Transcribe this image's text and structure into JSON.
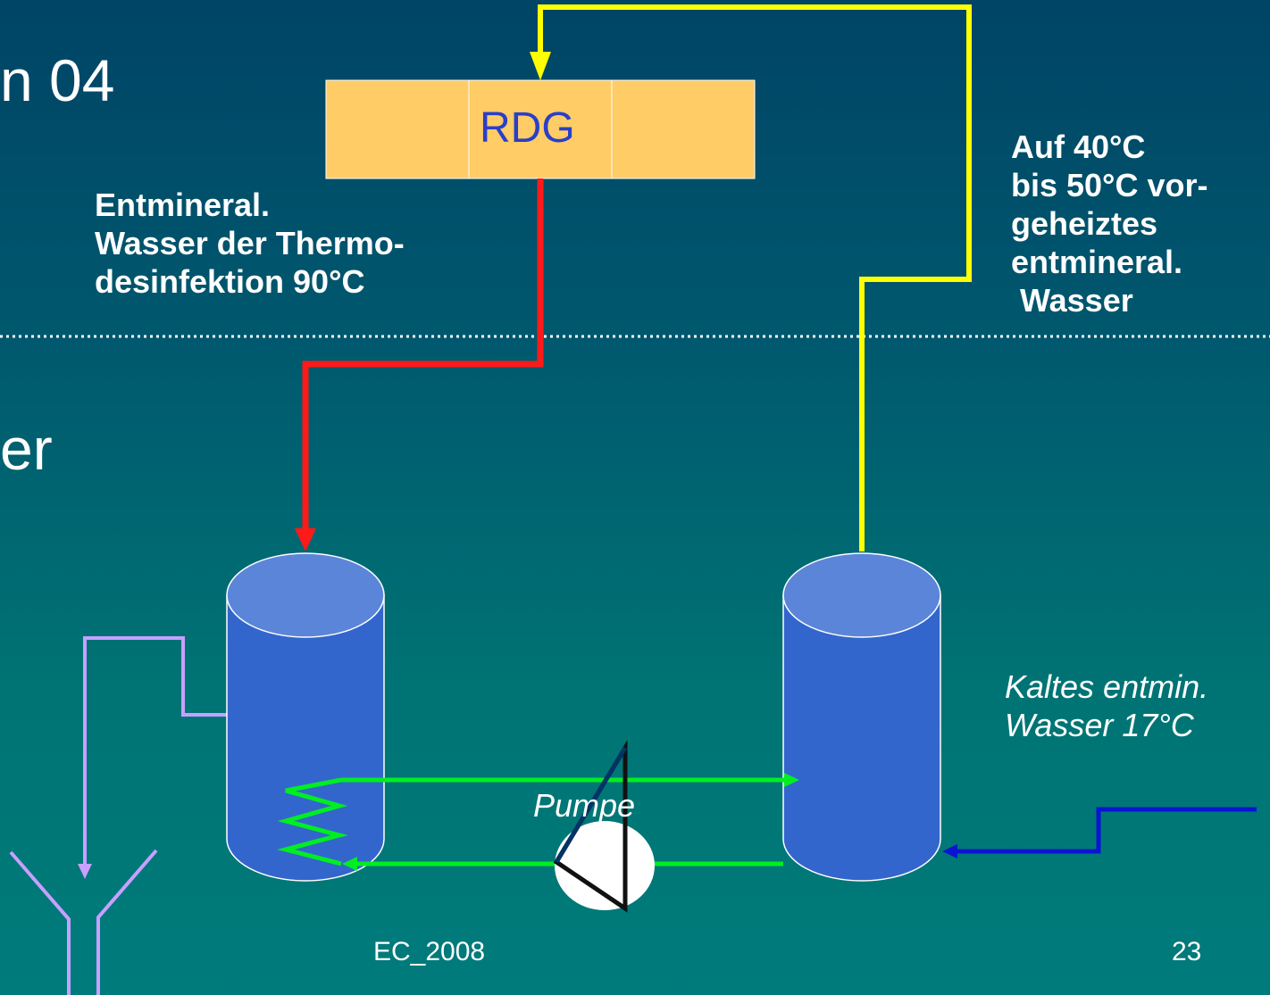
{
  "slide": {
    "title_fragment_1": "n 04",
    "title_fragment_2": "er",
    "footer_left": "EC_2008",
    "page_number": "23"
  },
  "components": {
    "unit_label": "RDG",
    "pump_label": "Pumpe"
  },
  "annotations": {
    "hot_water": [
      "Entmineral.",
      "Wasser der Thermo-",
      "desinfektion 90°C"
    ],
    "preheated_water": [
      "Auf 40°C",
      "bis 50°C vor-",
      "geheiztes",
      "entmineral.",
      "Wasser"
    ],
    "cold_water": [
      "Kaltes entmin.",
      "Wasser 17°C"
    ]
  },
  "colors": {
    "hot_line": "#ff1a1a",
    "preheated_line": "#ffff00",
    "heat_exchanger_line": "#00ee22",
    "cold_line": "#0a14d2",
    "drain_line": "#c8a0ff",
    "tank_body": "#3366cc",
    "tank_top": "#5b85d8",
    "unit_fill": "#ffcc66",
    "dotted_divider": "#ffffff"
  },
  "icons": [
    "pump-icon",
    "arrow-icon",
    "tank-icon",
    "coil-icon",
    "drain-icon"
  ]
}
